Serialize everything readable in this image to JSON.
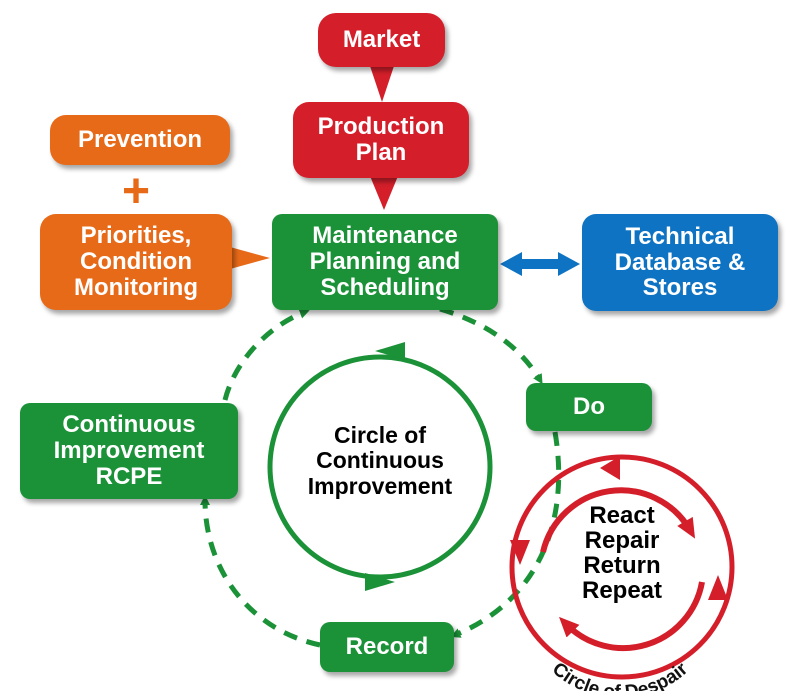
{
  "nodes": {
    "market": "Market",
    "production_plan": "Production\nPlan",
    "prevention": "Prevention",
    "plus": "+",
    "priorities": "Priorities,\nCondition\nMonitoring",
    "maintenance": "Maintenance\nPlanning and\nScheduling",
    "technical": "Technical\nDatabase &\nStores",
    "do": "Do",
    "continuous_improvement": "Continuous\nImprovement\nRCPE",
    "record": "Record"
  },
  "circles": {
    "continuous": "Circle of\nContinuous\nImprovement",
    "react_repair": "React\nRepair\nReturn\nRepeat",
    "despair": "Circle of Despair"
  },
  "colors": {
    "red": "#d41f2b",
    "orange": "#e76a19",
    "green": "#1b9138",
    "blue": "#0f73c3"
  }
}
